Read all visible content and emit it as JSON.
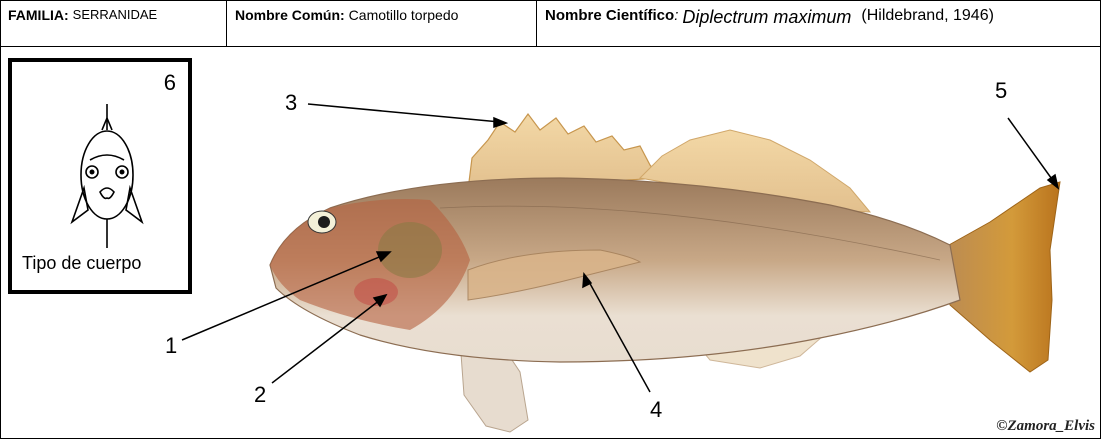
{
  "header": {
    "familia_label": "FAMILIA:",
    "familia_value": "SERRANIDAE",
    "comun_label": "Nombre Común:",
    "comun_value": "Camotillo torpedo",
    "cientifico_label": "Nombre Científico",
    "cientifico_sep": ":",
    "cientifico_value": "Diplectrum maximum",
    "author": "(Hildebrand, 1946)"
  },
  "body_type": {
    "number": "6",
    "caption": "Tipo de cuerpo",
    "icon": "fish-front-view-icon"
  },
  "callouts": [
    "1",
    "2",
    "3",
    "4",
    "5"
  ],
  "credit": "©Zamora_Elvis",
  "colors": {
    "fish_body": "#c9a98a",
    "fish_belly": "#efe6dc",
    "fin": "#e8c590",
    "tail": "#c98a2a",
    "head": "#b5603f"
  }
}
